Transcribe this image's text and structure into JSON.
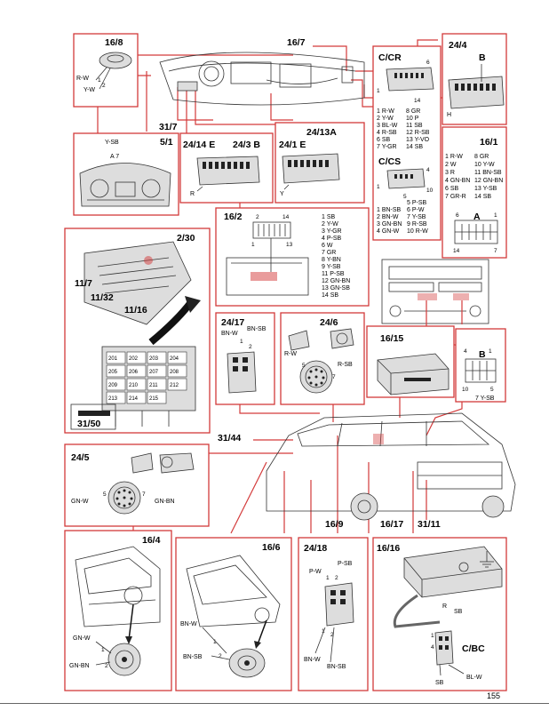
{
  "page_number": "155",
  "callouts": {
    "c16_7": "16/7",
    "c31_7": "31/7",
    "c31_44": "31/44",
    "c16_9": "16/9",
    "c16_17": "16/17",
    "c31_11": "31/11",
    "c11_7": "11/7",
    "c11_32": "11/32",
    "c11_16": "11/16"
  },
  "panels": {
    "p16_8": {
      "title": "16/8",
      "wires": [
        "R-W",
        "Y-W"
      ],
      "pins": [
        "1",
        "2"
      ]
    },
    "p5_1": {
      "title": "5/1",
      "labels": [
        "Y-SB",
        "A 7"
      ]
    },
    "p24_14E": {
      "title": "24/14 E",
      "wire": "R"
    },
    "p24_3B": {
      "title": "24/3 B"
    },
    "p24_1E": {
      "title": "24/1 E",
      "wire": "Y"
    },
    "p24_13A": {
      "title": "24/13A"
    },
    "pCCR": {
      "title": "C/CR",
      "pins": [
        "6",
        "1",
        "14"
      ],
      "list_left": [
        "1 R-W",
        "2 Y-W",
        "3 BL-W",
        "4 R-SB",
        "6 SB",
        "7 Y-GR"
      ],
      "list_right": [
        "8 GR",
        "10 P",
        "11 SB",
        "12 R-SB",
        "13 Y-VO",
        "14 SB"
      ],
      "title2": "C/CS",
      "pins2": [
        "4",
        "1",
        "5",
        "10"
      ],
      "list2_right": [
        "5 P-SB",
        "6 P-W",
        "7 Y-SB",
        "9 R-SB",
        "10 R-W"
      ],
      "list2_left": [
        "1 BN-SB",
        "2 BN-W",
        "3 GN-BN",
        "4 GN-W"
      ]
    },
    "p24_4": {
      "title": "24/4",
      "label_b": "B",
      "label_h": "H"
    },
    "p16_1": {
      "title": "16/1",
      "list_left": [
        "1 R-W",
        "2 W",
        "3 R",
        "4 GN-BN",
        "6 SB",
        "7 GR-R"
      ],
      "list_right": [
        "8 GR",
        "10 Y-W",
        "11 BN-SB",
        "12 GN-BN",
        "13 Y-SB",
        "14 SB"
      ],
      "conn_a": "A",
      "pins_a": [
        "6",
        "1",
        "14",
        "7"
      ],
      "conn_b": "B",
      "pins_b": [
        "4",
        "1",
        "10",
        "5"
      ],
      "wire_b": "7 Y-SB"
    },
    "p2_30": {
      "title": "2/30",
      "fuses": [
        "201",
        "202",
        "203",
        "204",
        "205",
        "206",
        "207",
        "208",
        "209",
        "210",
        "211",
        "212",
        "213",
        "214",
        "215"
      ]
    },
    "p31_50": {
      "title": "31/50"
    },
    "p16_2": {
      "title": "16/2",
      "pins": [
        "2",
        "14",
        "1",
        "13"
      ],
      "list": [
        "1 SB",
        "2 Y-W",
        "3 Y-GR",
        "4 P-SB",
        "6 W",
        "7 GR",
        "8 Y-BN",
        "9 Y-SB",
        "11 P-SB",
        "12 GN-BN",
        "13 GN-SB",
        "14 SB"
      ]
    },
    "p24_17": {
      "title": "24/17",
      "wires": [
        "BN-W",
        "BN-SB"
      ],
      "pins": [
        "1",
        "2"
      ]
    },
    "p24_6": {
      "title": "24/6",
      "wires": [
        "R-W",
        "R-SB"
      ],
      "pins": [
        "5",
        "7"
      ]
    },
    "p16_15": {
      "title": "16/15"
    },
    "p24_5": {
      "title": "24/5",
      "wires": [
        "GN-W",
        "GN-BN"
      ],
      "pins": [
        "5",
        "7"
      ]
    },
    "p16_4": {
      "title": "16/4",
      "wires": [
        "GN-W",
        "GN-BN"
      ],
      "pins": [
        "1",
        "2"
      ]
    },
    "p16_6": {
      "title": "16/6",
      "wires": [
        "BN-W",
        "BN-SB"
      ],
      "pins": [
        "1",
        "2"
      ]
    },
    "p24_18": {
      "title": "24/18",
      "wires": [
        "P-W",
        "P-SB",
        "BN-W",
        "BN-SB"
      ],
      "pins": [
        "1",
        "2",
        "1",
        "2"
      ]
    },
    "p16_16": {
      "title": "16/16",
      "wires": [
        "R",
        "SB",
        "SB",
        "BL-W"
      ],
      "pins": [
        "1",
        "4"
      ],
      "conn": "C/BC"
    }
  }
}
